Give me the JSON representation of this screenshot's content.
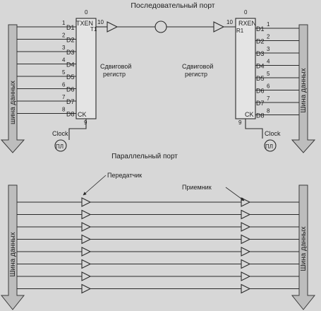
{
  "serial": {
    "title": "Последовательный порт",
    "left_bus_label": "шина данных",
    "right_bus_label": "Шина данных",
    "tx": {
      "pin_top": "0",
      "enable": "TXEN",
      "out_pin": "10",
      "t_pin": "T1",
      "data_pins": [
        "D1",
        "D2",
        "D3",
        "D4",
        "D5",
        "D6",
        "D7",
        "D8"
      ],
      "pin_numbers": [
        "1",
        "2",
        "3",
        "4",
        "5",
        "6",
        "7",
        "8"
      ],
      "ck": "CK",
      "ck_pin": "9",
      "reg_line1": "Сдвиговой",
      "reg_line2": "регистр",
      "clock": "Clock",
      "clock_symbol": "ПЛ"
    },
    "rx": {
      "pin_top": "0",
      "enable": "RXEN",
      "in_pin": "10",
      "r_pin": "R1",
      "data_pins": [
        "D1",
        "D2",
        "D3",
        "D4",
        "D5",
        "D6",
        "D7",
        "D8"
      ],
      "pin_numbers": [
        "1",
        "2",
        "3",
        "4",
        "5",
        "6",
        "7",
        "8"
      ],
      "ck": "CK",
      "ck_pin": "9",
      "reg_line1": "Сдвиговой",
      "reg_line2": "регистр",
      "clock": "Clock",
      "clock_symbol": "ПЛ"
    }
  },
  "parallel": {
    "title": "Параллельный порт",
    "transmitter": "Передатчик",
    "receiver": "Приемник",
    "left_bus_label": "Шина данных",
    "right_bus_label": "Шина данных",
    "lines": 8
  }
}
